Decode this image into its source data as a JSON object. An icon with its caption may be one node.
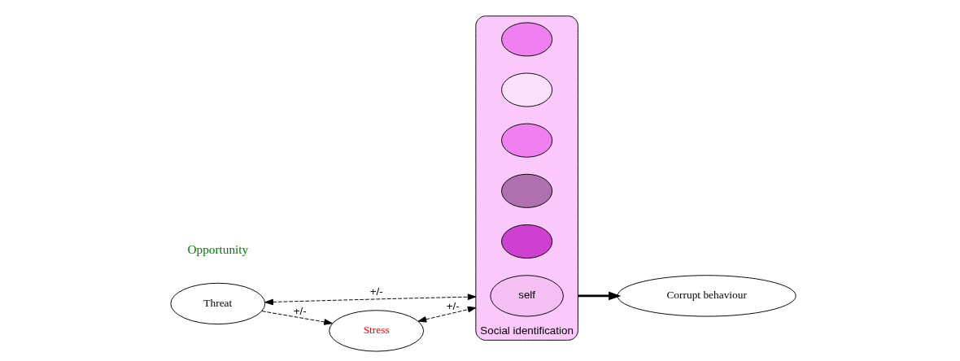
{
  "diagram": {
    "nodes": [
      {
        "text": [
          "Threat"
        ]
      },
      {
        "text": [
          "Social identification"
        ]
      },
      {
        "text": [],
        "shape": "ellipse",
        "in": 1
      },
      {
        "text": [],
        "shape": "ellipse",
        "in": 1
      },
      {
        "text": [],
        "shape": "ellipse",
        "in": 1
      },
      {
        "text": [],
        "shape": "ellipse",
        "in": 1
      },
      {
        "text": [],
        "shape": "ellipse",
        "in": 1
      },
      {
        "text": [
          "self"
        ],
        "in": 1
      },
      {
        "text": [
          "Corrupt behaviour"
        ]
      },
      {
        "text": [
          "Stress"
        ]
      }
    ],
    "edges": [
      {
        "from": 0,
        "to": 9,
        "arrow": "to",
        "label": "+/-",
        "style": "dashed"
      },
      {
        "from": 0,
        "to": 1,
        "arrow": "both",
        "label": "+/-",
        "style": "dashed"
      },
      {
        "from": 9,
        "to": 1,
        "arrow": "both",
        "label": "+/-",
        "style": "dashed"
      },
      {
        "from": 1,
        "to": 8,
        "arrow": "to",
        "style": "thick"
      }
    ],
    "labels": [
      "Opportunity"
    ]
  }
}
